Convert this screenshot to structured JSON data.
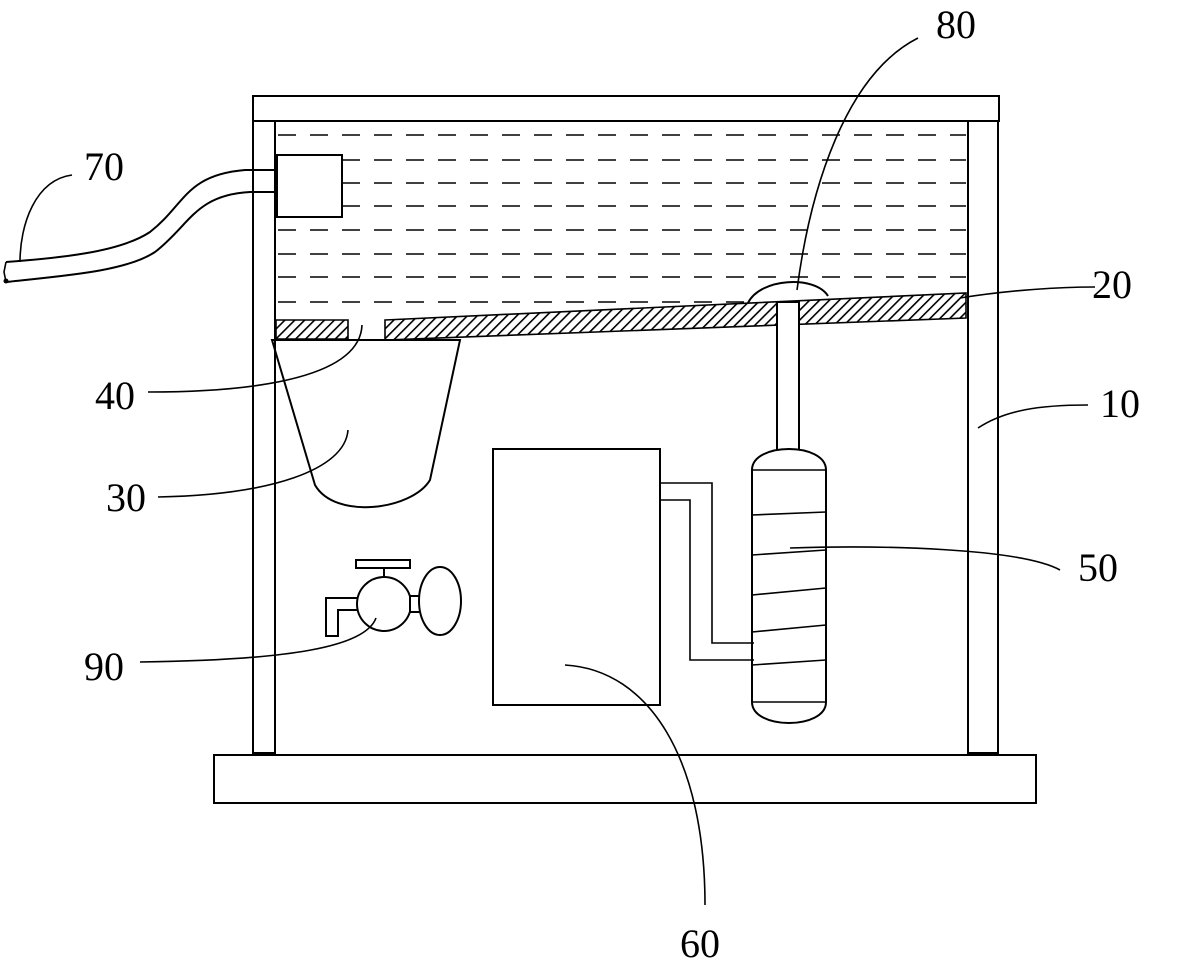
{
  "diagram": {
    "labels": {
      "frame": "10",
      "sloped_plate": "20",
      "hopper": "30",
      "opening": "40",
      "coil_tank": "50",
      "unit_box": "60",
      "inlet_pipe": "70",
      "dome": "80",
      "valve": "90"
    },
    "colors": {
      "line": "#000000",
      "background": "#ffffff"
    }
  }
}
